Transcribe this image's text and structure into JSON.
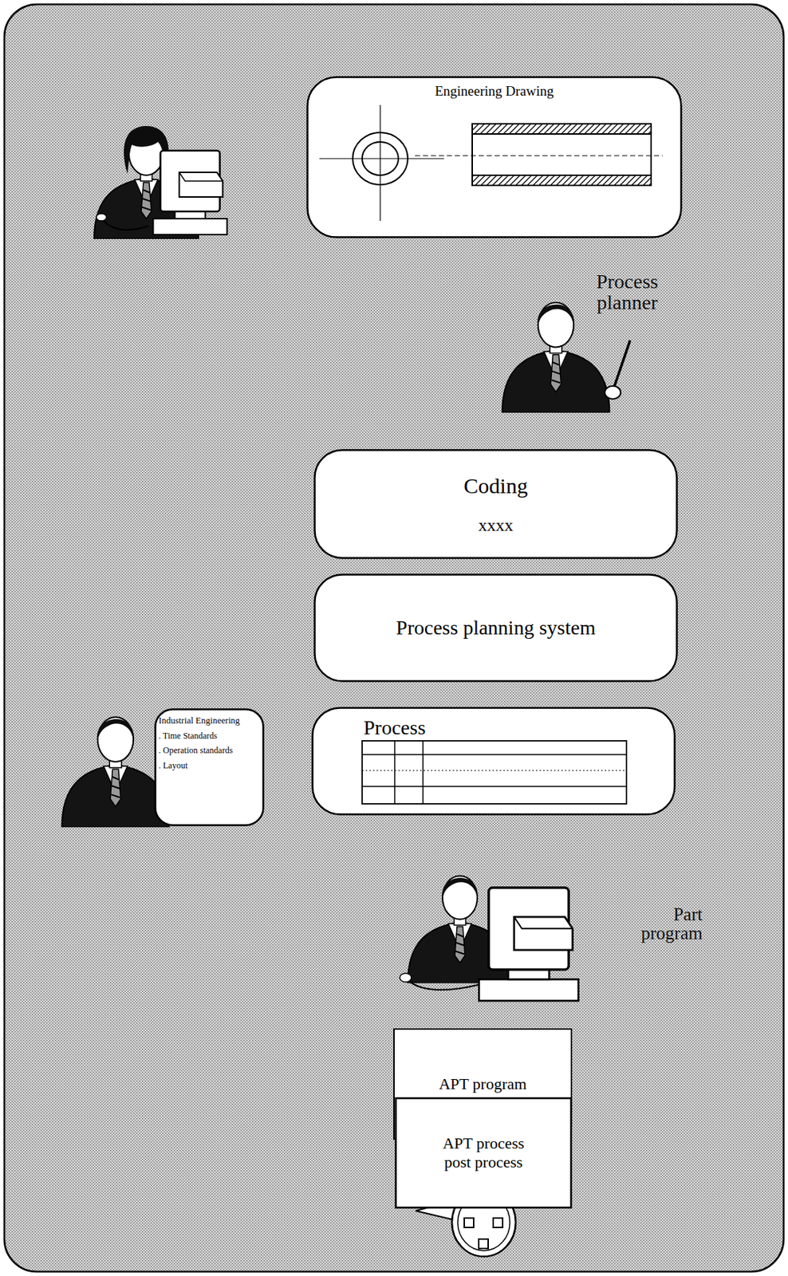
{
  "diagram": {
    "nodes": [
      {
        "text": [
          "Engineering Drawing"
        ]
      },
      {
        "text": [
          "Coding",
          "xxxx"
        ]
      },
      {
        "text": [
          "Process planning system"
        ]
      },
      {
        "text": [
          "Industrial Engineering",
          ". Time Standards",
          ". Operation standards",
          ". Layout"
        ]
      },
      {
        "text": [
          "Process"
        ]
      },
      {
        "text": [
          "APT program"
        ]
      },
      {
        "text": [
          "APT process post process"
        ]
      }
    ],
    "labels": [
      "Process planner",
      "Part program"
    ]
  }
}
